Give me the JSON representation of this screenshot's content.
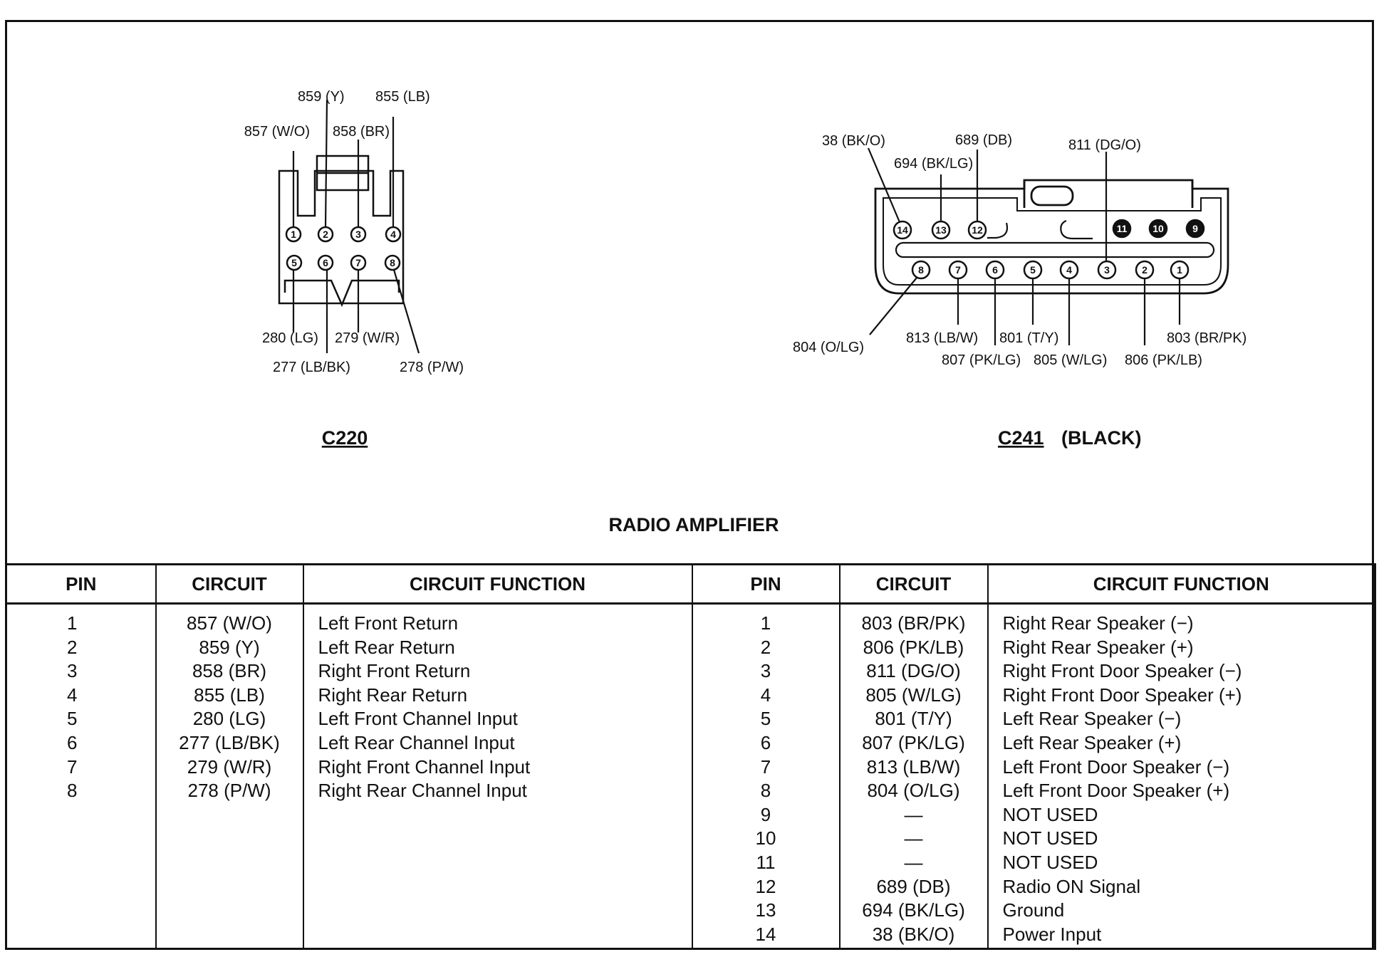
{
  "diagram_title": "RADIO AMPLIFIER",
  "c220": {
    "title": "C220",
    "pins": [
      "1",
      "2",
      "3",
      "4",
      "5",
      "6",
      "7",
      "8"
    ],
    "wire_labels": {
      "p1": "857 (W/O)",
      "p2": "859 (Y)",
      "p3": "858 (BR)",
      "p4": "855 (LB)",
      "p5": "280 (LG)",
      "p6": "277 (LB/BK)",
      "p7": "279 (W/R)",
      "p8": "278 (P/W)"
    }
  },
  "c241": {
    "title": "C241",
    "subtitle": "(BLACK)",
    "pins": [
      "1",
      "2",
      "3",
      "4",
      "5",
      "6",
      "7",
      "8",
      "9",
      "10",
      "11",
      "12",
      "13",
      "14"
    ],
    "wire_labels": {
      "p1": "803 (BR/PK)",
      "p2": "806 (PK/LB)",
      "p3": "811 (DG/O)",
      "p4": "805 (W/LG)",
      "p5": "801 (T/Y)",
      "p6": "807 (PK/LG)",
      "p7": "813 (LB/W)",
      "p8": "804 (O/LG)",
      "p12": "689 (DB)",
      "p13": "694 (BK/LG)",
      "p14": "38 (BK/O)"
    }
  },
  "table": {
    "headers": [
      "PIN",
      "CIRCUIT",
      "CIRCUIT FUNCTION",
      "PIN",
      "CIRCUIT",
      "CIRCUIT FUNCTION"
    ],
    "left_rows": [
      {
        "pin": "1",
        "circuit": "857 (W/O)",
        "function": "Left Front Return"
      },
      {
        "pin": "2",
        "circuit": "859 (Y)",
        "function": "Left Rear Return"
      },
      {
        "pin": "3",
        "circuit": "858 (BR)",
        "function": "Right Front Return"
      },
      {
        "pin": "4",
        "circuit": "855 (LB)",
        "function": "Right Rear Return"
      },
      {
        "pin": "5",
        "circuit": "280 (LG)",
        "function": "Left Front Channel Input"
      },
      {
        "pin": "6",
        "circuit": "277 (LB/BK)",
        "function": "Left Rear Channel Input"
      },
      {
        "pin": "7",
        "circuit": "279 (W/R)",
        "function": "Right Front Channel Input"
      },
      {
        "pin": "8",
        "circuit": "278 (P/W)",
        "function": "Right Rear Channel Input"
      }
    ],
    "right_rows": [
      {
        "pin": "1",
        "circuit": "803 (BR/PK)",
        "function": "Right Rear Speaker (−)"
      },
      {
        "pin": "2",
        "circuit": "806 (PK/LB)",
        "function": "Right Rear Speaker (+)"
      },
      {
        "pin": "3",
        "circuit": "811 (DG/O)",
        "function": "Right Front Door Speaker (−)"
      },
      {
        "pin": "4",
        "circuit": "805 (W/LG)",
        "function": "Right Front Door Speaker (+)"
      },
      {
        "pin": "5",
        "circuit": "801 (T/Y)",
        "function": "Left Rear Speaker (−)"
      },
      {
        "pin": "6",
        "circuit": "807 (PK/LG)",
        "function": "Left Rear Speaker (+)"
      },
      {
        "pin": "7",
        "circuit": "813 (LB/W)",
        "function": "Left Front Door Speaker (−)"
      },
      {
        "pin": "8",
        "circuit": "804 (O/LG)",
        "function": "Left Front Door Speaker (+)"
      },
      {
        "pin": "9",
        "circuit": "—",
        "function": "NOT USED"
      },
      {
        "pin": "10",
        "circuit": "—",
        "function": "NOT USED"
      },
      {
        "pin": "11",
        "circuit": "—",
        "function": "NOT USED"
      },
      {
        "pin": "12",
        "circuit": "689 (DB)",
        "function": "Radio ON Signal"
      },
      {
        "pin": "13",
        "circuit": "694 (BK/LG)",
        "function": "Ground"
      },
      {
        "pin": "14",
        "circuit": "38 (BK/O)",
        "function": "Power Input"
      }
    ]
  }
}
